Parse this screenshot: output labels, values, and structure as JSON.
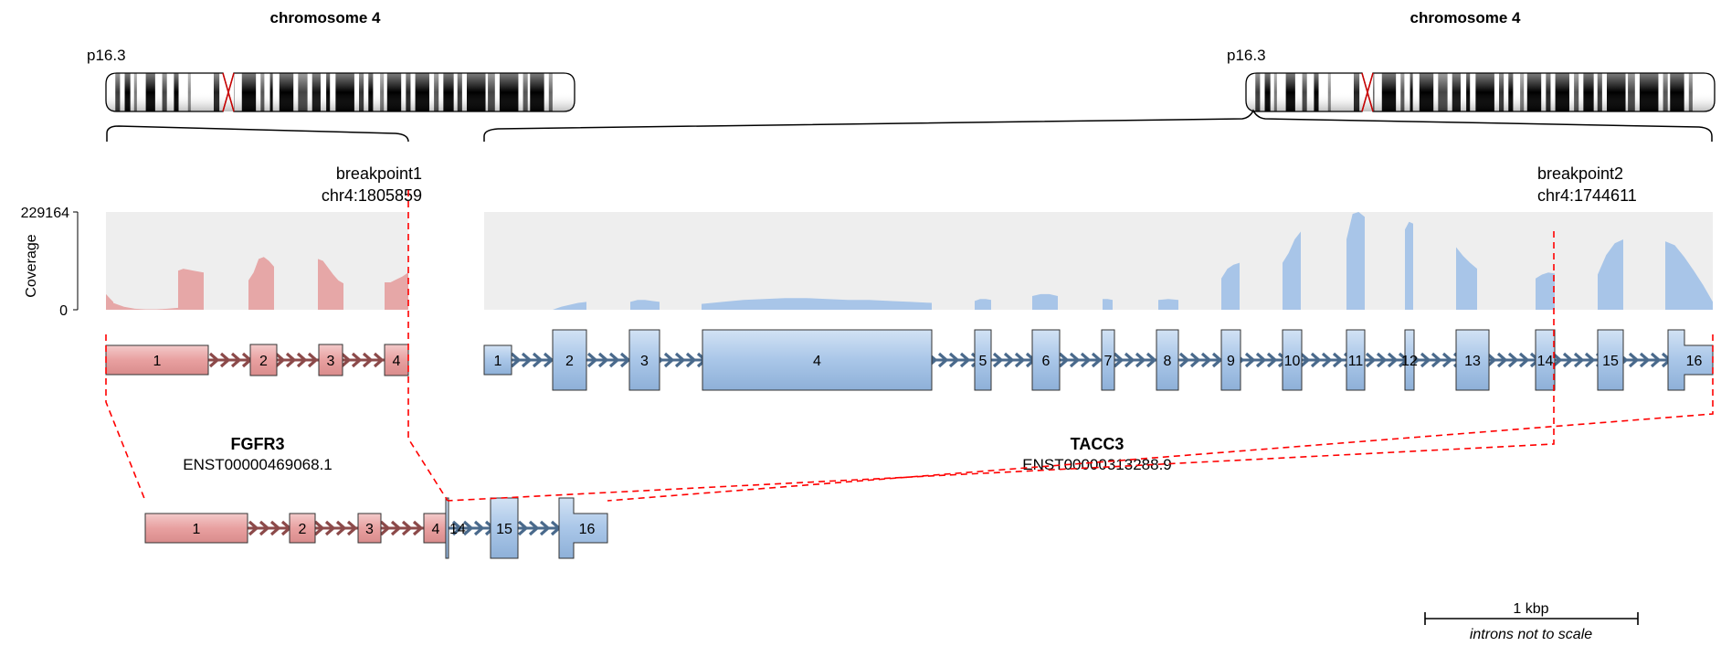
{
  "chromosome_left": {
    "title": "chromosome 4",
    "band": "p16.3"
  },
  "chromosome_right": {
    "title": "chromosome 4",
    "band": "p16.3"
  },
  "breakpoint1": {
    "label": "breakpoint1",
    "position": "chr4:1805859"
  },
  "breakpoint2": {
    "label": "breakpoint2",
    "position": "chr4:1744611"
  },
  "coverage": {
    "axis_label": "Coverage",
    "max": "229164",
    "min": "0"
  },
  "gene1": {
    "name": "FGFR3",
    "transcript": "ENST00000469068.1",
    "color": "#e8a8a8",
    "exons": [
      "1",
      "2",
      "3",
      "4"
    ]
  },
  "gene2": {
    "name": "TACC3",
    "transcript": "ENST00000313288.9",
    "color": "#a9c6e8",
    "exons": [
      "1",
      "2",
      "3",
      "4",
      "5",
      "6",
      "7",
      "8",
      "9",
      "10",
      "11",
      "12",
      "13",
      "14",
      "15",
      "16"
    ]
  },
  "fusion": {
    "exons": [
      "1",
      "2",
      "3",
      "4",
      "14",
      "15",
      "16"
    ]
  },
  "scale": {
    "label": "1 kbp",
    "note": "introns not to scale"
  },
  "colors": {
    "breakpoint_line": "#ff0000",
    "coverage_bg": "#eeeeee",
    "intron_red": "#8c4a4a",
    "intron_blue": "#4a6a8c"
  }
}
